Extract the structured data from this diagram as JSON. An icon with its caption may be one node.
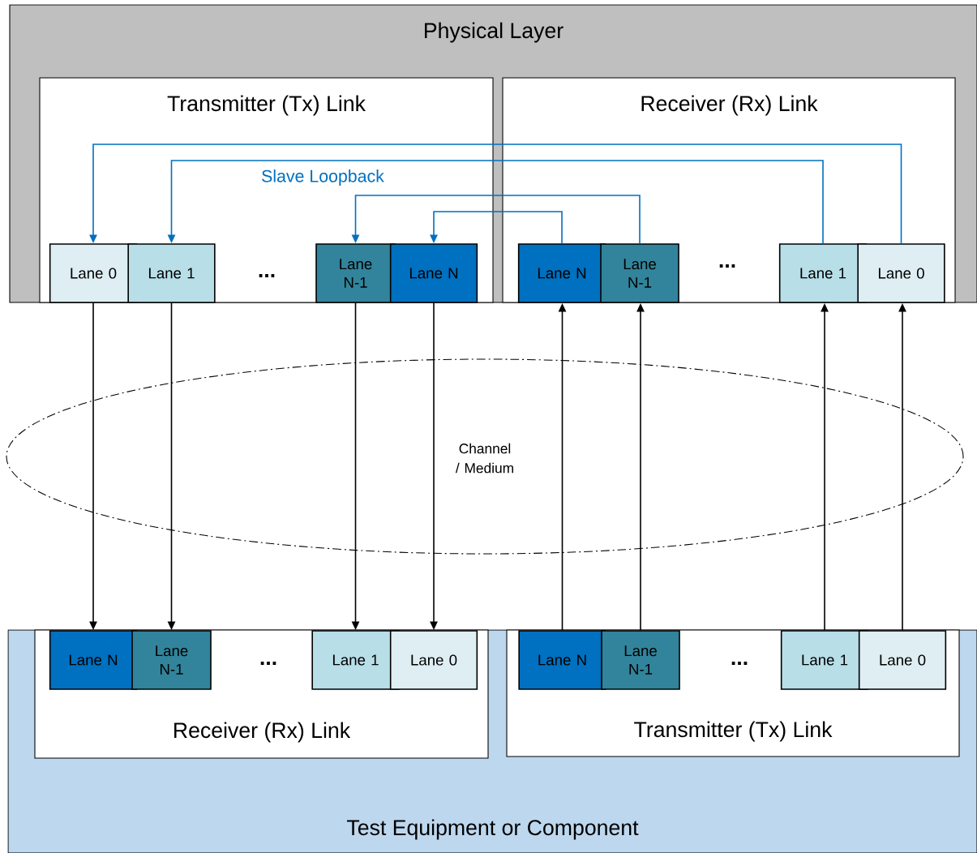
{
  "diagram": {
    "nodes": [
      {
        "text": [
          "Physical Layer"
        ]
      },
      {
        "text": [
          "Transmitter (Tx) Link"
        ],
        "in": 0
      },
      {
        "text": [
          "Receiver (Rx) Link"
        ],
        "in": 0
      },
      {
        "text": [
          "Lane 0"
        ],
        "in": 1
      },
      {
        "text": [
          "Lane 1"
        ],
        "in": 1
      },
      {
        "text": [
          "Lane N-1"
        ],
        "in": 1
      },
      {
        "text": [
          "Lane N"
        ],
        "in": 1
      },
      {
        "text": [
          "Lane N"
        ],
        "in": 2
      },
      {
        "text": [
          "Lane N-1"
        ],
        "in": 2
      },
      {
        "text": [
          "Lane 1"
        ],
        "in": 2
      },
      {
        "text": [
          "Lane 0"
        ],
        "in": 2
      },
      {
        "text": [
          "Test Equipment or Component"
        ]
      },
      {
        "text": [
          "Receiver (Rx) Link"
        ],
        "in": 11
      },
      {
        "text": [
          "Transmitter (Tx) Link"
        ],
        "in": 11
      },
      {
        "text": [
          "Lane N"
        ],
        "in": 12
      },
      {
        "text": [
          "Lane N-1"
        ],
        "in": 12
      },
      {
        "text": [
          "Lane 1"
        ],
        "in": 12
      },
      {
        "text": [
          "Lane 0"
        ],
        "in": 12
      },
      {
        "text": [
          "Lane N"
        ],
        "in": 13
      },
      {
        "text": [
          "Lane N-1"
        ],
        "in": 13
      },
      {
        "text": [
          "Lane 1"
        ],
        "in": 13
      },
      {
        "text": [
          "Lane 0"
        ],
        "in": 13
      }
    ],
    "edges": [
      {
        "from": 10,
        "to": 3,
        "arrow": "to",
        "color": "#0070c0"
      },
      {
        "from": 9,
        "to": 4,
        "arrow": "to",
        "color": "#0070c0"
      },
      {
        "from": 8,
        "to": 5,
        "arrow": "to",
        "color": "#0070c0"
      },
      {
        "from": 7,
        "to": 6,
        "arrow": "to",
        "color": "#0070c0"
      },
      {
        "from": 3,
        "to": 14,
        "arrow": "to"
      },
      {
        "from": 4,
        "to": 15,
        "arrow": "to"
      },
      {
        "from": 5,
        "to": 16,
        "arrow": "to"
      },
      {
        "from": 6,
        "to": 17,
        "arrow": "to"
      },
      {
        "from": 18,
        "to": 7,
        "arrow": "to"
      },
      {
        "from": 19,
        "to": 8,
        "arrow": "to"
      },
      {
        "from": 20,
        "to": 9,
        "arrow": "to"
      },
      {
        "from": 21,
        "to": 10,
        "arrow": "to"
      }
    ],
    "labels": [
      "Slave Loopback",
      "...",
      "...",
      "Channel / Medium",
      "...",
      "..."
    ]
  }
}
